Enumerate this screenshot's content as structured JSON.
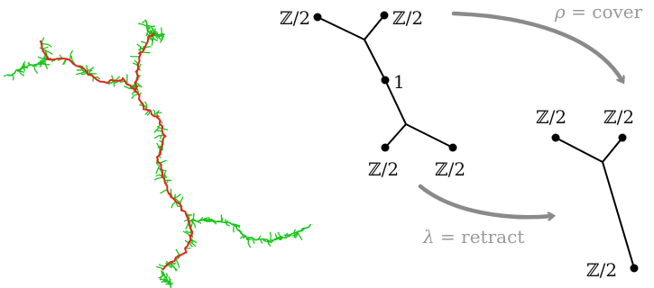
{
  "labels": {
    "z2": "ℤ/2",
    "one": "1",
    "rho_symbol": "ρ",
    "rho_text": " = cover",
    "lambda_symbol": "λ",
    "lambda_text": " = retract"
  },
  "colors": {
    "fractal_primary": "#e0261b",
    "fractal_secondary": "#19c419",
    "tree_line": "#000000",
    "node": "#000000",
    "arrow": "#8a8a8a",
    "arrow_label": "#9a9a9a"
  }
}
